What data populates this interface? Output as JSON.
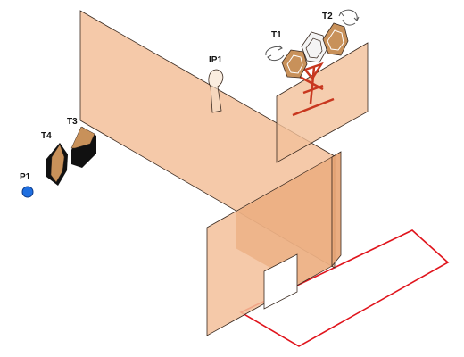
{
  "labels": {
    "p1": "P1",
    "t1": "T1",
    "t2": "T2",
    "t3": "T3",
    "t4": "T4",
    "ip1": "IP1"
  },
  "colors": {
    "wall_fill": "#f3c09a",
    "wall_fill_dark": "#e8a473",
    "wall_stroke": "#3a2a20",
    "floor_outline": "#e0141c",
    "stand_red": "#c8371f",
    "target_wood": "#c8915a",
    "target_white": "#f4f4f4",
    "target_dark": "#111111",
    "p1_blue": "#1f6fe0"
  },
  "icons": {
    "t1_rotation": "rotate-arrow-icon",
    "t2_rotation": "rotate-arrow-icon"
  }
}
